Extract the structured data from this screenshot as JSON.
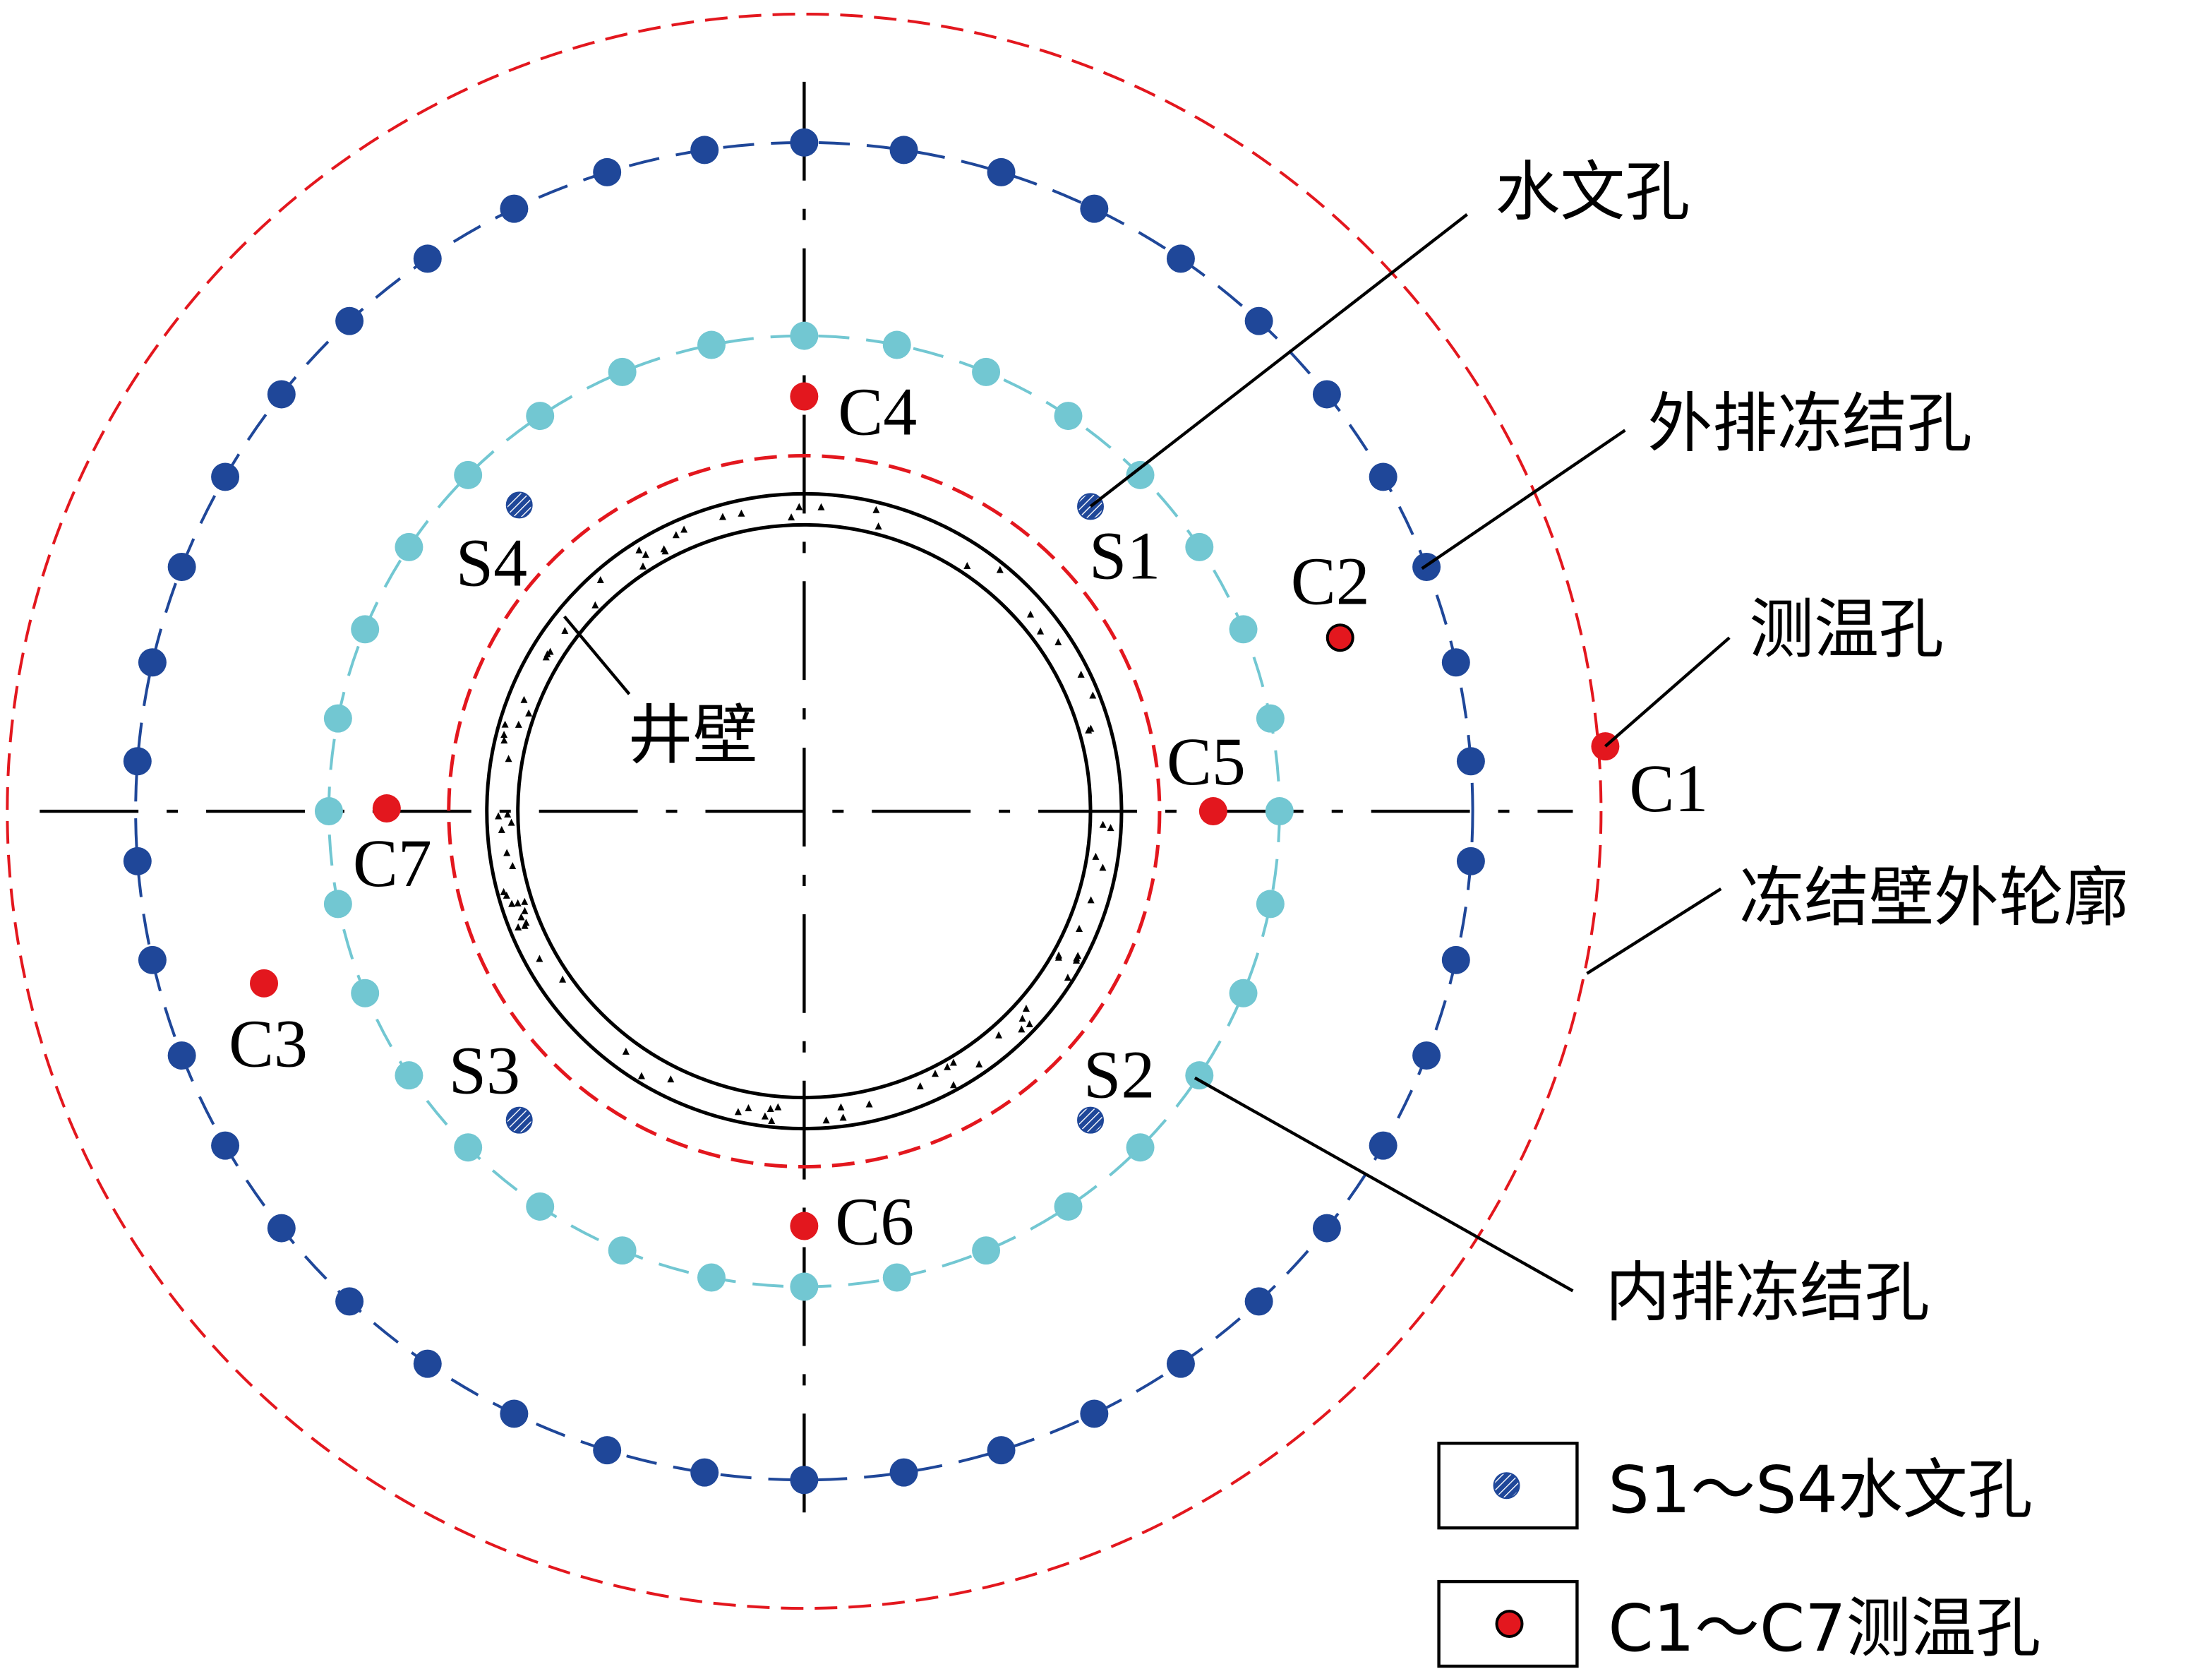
{
  "colors": {
    "outer_row": "#1f4799",
    "inner_row": "#72c7d2",
    "temp_hole": "#e3171e",
    "hydro_hole": "#1f4799",
    "line": "#000000"
  },
  "rings": {
    "outer_row_count": 42,
    "inner_row_count": 32
  },
  "callouts": {
    "hydro": "水文孔",
    "outer_row": "外排冻结孔",
    "temp": "测温孔",
    "outline": "冻结壁外轮廓",
    "inner_row": "内排冻结孔",
    "shaft_wall": "井壁"
  },
  "temp_holes": [
    "C1",
    "C2",
    "C3",
    "C4",
    "C5",
    "C6",
    "C7"
  ],
  "hydro_holes": [
    "S1",
    "S2",
    "S3",
    "S4"
  ],
  "legend": [
    {
      "label": "S1～S4水文孔",
      "icon": "hatched-blue-circle"
    },
    {
      "label": "C1～C7测温孔",
      "icon": "red-circle"
    }
  ]
}
